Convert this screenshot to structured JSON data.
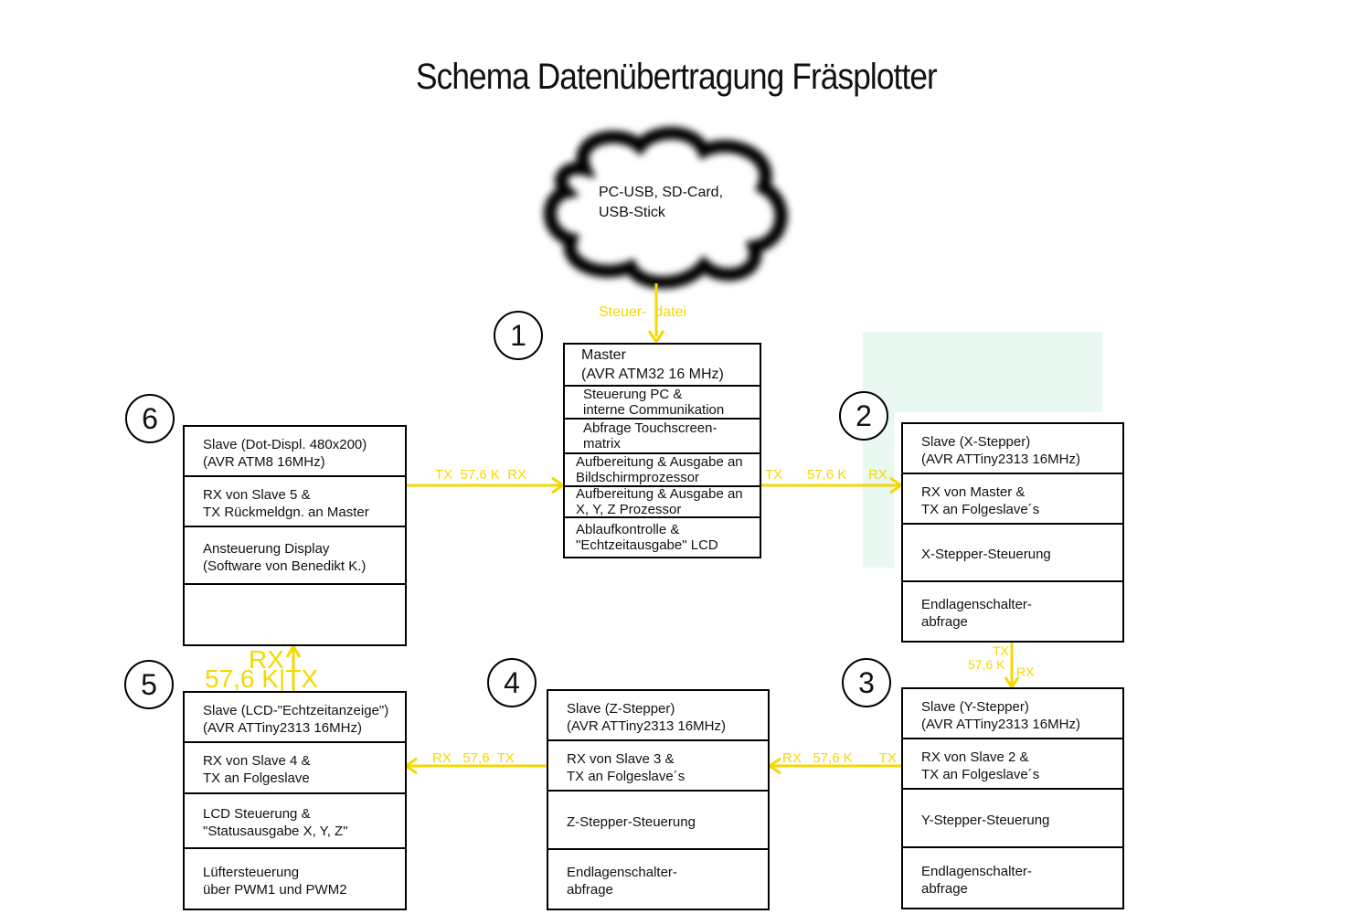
{
  "title": "Schema Datenübertragung Fräsplotter",
  "cloud": {
    "line1": "PC-USB, SD-Card,",
    "line2": "USB-Stick"
  },
  "badges": [
    "1",
    "2",
    "3",
    "4",
    "5",
    "6"
  ],
  "master": {
    "head1": "Master",
    "head2": "(AVR ATM32 16 MHz)",
    "rows": [
      [
        "Steuerung PC &",
        "interne Communikation"
      ],
      [
        "Abfrage Touchscreen-",
        "matrix"
      ],
      [
        "Aufbereitung & Ausgabe an",
        "Bildschirmprozessor"
      ],
      [
        "Aufbereitung & Ausgabe an",
        "X, Y, Z Prozessor"
      ],
      [
        "Ablaufkontrolle &",
        "\"Echtzeitausgabe\" LCD"
      ]
    ]
  },
  "slave6": {
    "rows": [
      [
        "Slave (Dot-Displ. 480x200)",
        "(AVR ATM8 16MHz)"
      ],
      [
        "RX von Slave 5 &",
        "TX Rückmeldgn. an Master"
      ],
      [
        "Ansteuerung Display",
        "(Software von Benedikt K.)"
      ],
      [
        "",
        ""
      ]
    ]
  },
  "slave2": {
    "rows": [
      [
        "Slave (X-Stepper)",
        "(AVR ATTiny2313 16MHz)"
      ],
      [
        "RX von Master &",
        "TX an Folgeslave´s"
      ],
      [
        "X-Stepper-Steuerung",
        ""
      ],
      [
        "Endlagenschalter-",
        "abfrage"
      ]
    ]
  },
  "slave3": {
    "rows": [
      [
        "Slave (Y-Stepper)",
        "(AVR ATTiny2313 16MHz)"
      ],
      [
        "RX von Slave 2 &",
        "TX an Folgeslave´s"
      ],
      [
        "Y-Stepper-Steuerung",
        ""
      ],
      [
        "Endlagenschalter-",
        "abfrage"
      ]
    ]
  },
  "slave4": {
    "rows": [
      [
        "Slave (Z-Stepper)",
        "(AVR ATTiny2313 16MHz)"
      ],
      [
        "RX von Slave 3 &",
        "TX an Folgeslave´s"
      ],
      [
        "Z-Stepper-Steuerung",
        ""
      ],
      [
        "Endlagenschalter-",
        "abfrage"
      ]
    ]
  },
  "slave5": {
    "rows": [
      [
        "Slave (LCD-\"Echtzeitanzeige\")",
        "(AVR ATTiny2313 16MHz)"
      ],
      [
        "RX von Slave 4 &",
        "TX an Folgeslave"
      ],
      [
        "LCD Steuerung &",
        "\"Statusausgabe X, Y, Z\""
      ],
      [
        "Lüftersteuerung",
        "über PWM1 und PWM2"
      ]
    ]
  },
  "links": {
    "steuer_datei": "Steuer-  datei",
    "l6_master": "TX  57,6 K  RX",
    "m2_tx": "TX",
    "m2_baud": "57,6 K",
    "m2_rx": "RX",
    "l23_tx": "TX",
    "l23_baud": "57,6 K",
    "l23_rx": "RX",
    "l34": "RX   57,6 K       TX",
    "l45": "RX   57,6  TX",
    "l56_rx": "RX",
    "l56_baud": "57,6 K|TX"
  },
  "colors": {
    "link": "#f5d800",
    "tint": "#e9f8f1"
  }
}
